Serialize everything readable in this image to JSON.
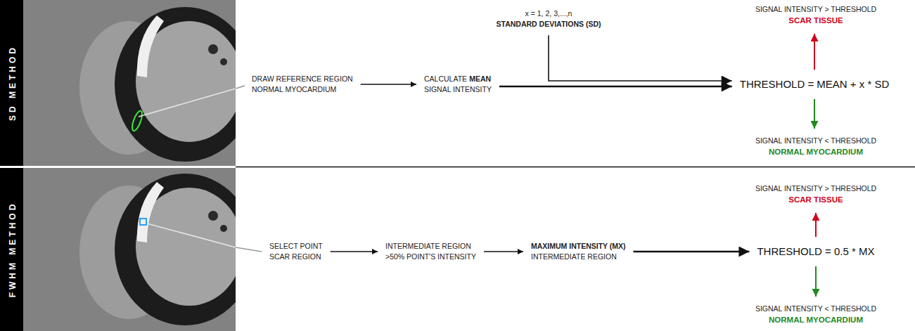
{
  "diagram": {
    "nodes": [
      {
        "text": [
          "SD METHOD"
        ]
      },
      {
        "text": [
          "DRAW REFERENCE REGION",
          "NORMAL MYOCARDIUM"
        ]
      },
      {
        "text": [
          "CALCULATE",
          "MEAN",
          "SIGNAL INTENSITY"
        ]
      },
      {
        "text": [
          "x = 1, 2, 3,...,n",
          "STANDARD DEVIATIONS (SD)"
        ]
      },
      {
        "text": [
          "SIGNAL INTENSITY > THRESHOLD",
          "SCAR TISSUE"
        ]
      },
      {
        "text": [
          "THRESHOLD = MEAN + x * SD"
        ]
      },
      {
        "text": [
          "SIGNAL INTENSITY < THRESHOLD",
          "NORMAL MYOCARDIUM"
        ]
      },
      {
        "text": [
          "FWHM METHOD"
        ]
      },
      {
        "text": [
          "SELECT POINT",
          "SCAR REGION"
        ]
      },
      {
        "text": [
          "INTERMEDIATE REGION",
          ">50% POINT'S INTENSITY"
        ]
      },
      {
        "text": [
          "MAXIMUM INTENSITY (MX)",
          "INTERMEDIATE REGION"
        ]
      },
      {
        "text": [
          "SIGNAL INTENSITY > THRESHOLD",
          "SCAR TISSUE"
        ]
      },
      {
        "text": [
          "THRESHOLD = 0.5 * MX"
        ]
      },
      {
        "text": [
          "SIGNAL INTENSITY < THRESHOLD",
          "NORMAL MYOCARDIUM"
        ]
      }
    ],
    "edges": [
      {
        "from": 1,
        "to": 2,
        "arrow": "to"
      },
      {
        "from": 2,
        "to": 5,
        "arrow": "to"
      },
      {
        "from": 3,
        "to": 5,
        "arrow": "to"
      },
      {
        "from": 5,
        "to": 4,
        "arrow": "to"
      },
      {
        "from": 5,
        "to": 6,
        "arrow": "to"
      },
      {
        "from": 8,
        "to": 9,
        "arrow": "to"
      },
      {
        "from": 9,
        "to": 10,
        "arrow": "to"
      },
      {
        "from": 10,
        "to": 12,
        "arrow": "to"
      },
      {
        "from": 12,
        "to": 11,
        "arrow": "to"
      },
      {
        "from": 12,
        "to": 13,
        "arrow": "to"
      }
    ]
  }
}
